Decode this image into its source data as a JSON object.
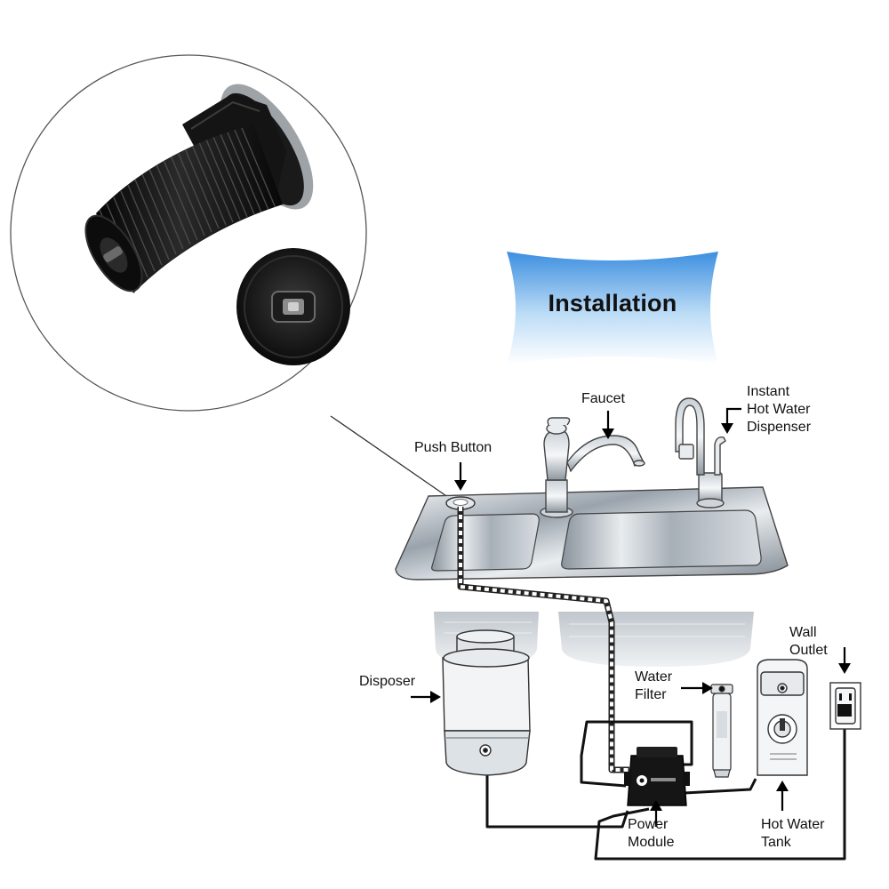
{
  "banner": {
    "title": "Installation"
  },
  "labels": {
    "push_button": "Push Button",
    "faucet": "Faucet",
    "dispenser_line1": "Instant",
    "dispenser_line2": "Hot Water",
    "dispenser_line3": "Dispenser",
    "disposer": "Disposer",
    "water_filter_line1": "Water",
    "water_filter_line2": "Filter",
    "wall_outlet_line1": "Wall",
    "wall_outlet_line2": "Outlet",
    "power_module_line1": "Power",
    "power_module_line2": "Module",
    "hot_water_tank_line1": "Hot Water",
    "hot_water_tank_line2": "Tank"
  },
  "colors": {
    "banner_top": "#3d8fe0",
    "banner_bottom": "#ffffff",
    "product": "#111111",
    "steel_dark": "#7d8690",
    "steel_light": "#eef2f5"
  }
}
